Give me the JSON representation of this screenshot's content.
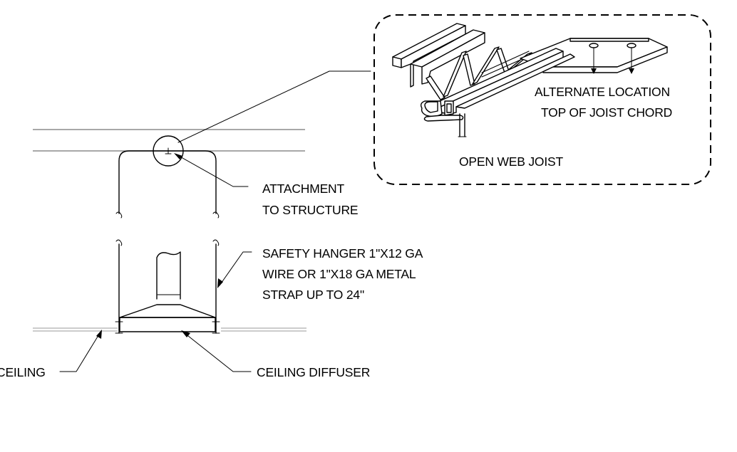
{
  "labels": {
    "alternate_location_line1": "ALTERNATE LOCATION",
    "alternate_location_line2": "TOP OF JOIST CHORD",
    "open_web_joist": "OPEN WEB JOIST",
    "attachment_line1": "ATTACHMENT",
    "attachment_line2": "TO STRUCTURE",
    "safety_hanger_line1": "SAFETY HANGER 1\"X12 GA",
    "safety_hanger_line2": "WIRE OR 1\"X18 GA METAL",
    "safety_hanger_line3": "STRAP UP TO 24\"",
    "ceiling": "CEILING",
    "ceiling_diffuser": "CEILING DIFFUSER"
  },
  "colors": {
    "line": "#000000",
    "structure_line": "#8c8c8c",
    "background": "#ffffff"
  }
}
